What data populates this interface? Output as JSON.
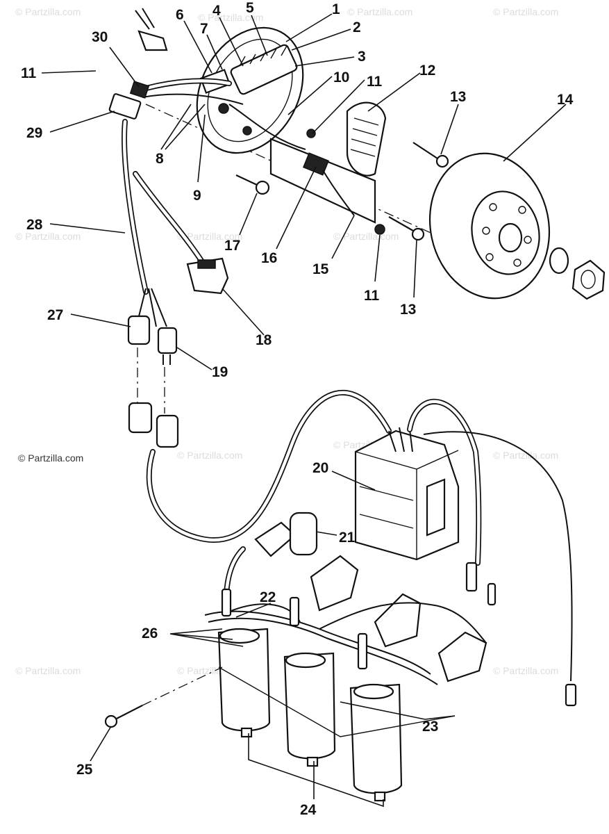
{
  "watermark": {
    "copyright": "© Partzilla.com",
    "repeat_text": "© Partzilla.com"
  },
  "callouts": [
    {
      "id": "c1",
      "label": "1"
    },
    {
      "id": "c2",
      "label": "2"
    },
    {
      "id": "c3",
      "label": "3"
    },
    {
      "id": "c4",
      "label": "4"
    },
    {
      "id": "c5",
      "label": "5"
    },
    {
      "id": "c6",
      "label": "6"
    },
    {
      "id": "c7",
      "label": "7"
    },
    {
      "id": "c8",
      "label": "8"
    },
    {
      "id": "c9",
      "label": "9"
    },
    {
      "id": "c10",
      "label": "10"
    },
    {
      "id": "c11a",
      "label": "11"
    },
    {
      "id": "c11b",
      "label": "11"
    },
    {
      "id": "c11c",
      "label": "11"
    },
    {
      "id": "c12",
      "label": "12"
    },
    {
      "id": "c13a",
      "label": "13"
    },
    {
      "id": "c13b",
      "label": "13"
    },
    {
      "id": "c14",
      "label": "14"
    },
    {
      "id": "c15",
      "label": "15"
    },
    {
      "id": "c16",
      "label": "16"
    },
    {
      "id": "c17",
      "label": "17"
    },
    {
      "id": "c18",
      "label": "18"
    },
    {
      "id": "c19",
      "label": "19"
    },
    {
      "id": "c20",
      "label": "20"
    },
    {
      "id": "c21",
      "label": "21"
    },
    {
      "id": "c22",
      "label": "22"
    },
    {
      "id": "c23",
      "label": "23"
    },
    {
      "id": "c24",
      "label": "24"
    },
    {
      "id": "c25",
      "label": "25"
    },
    {
      "id": "c26",
      "label": "26"
    },
    {
      "id": "c27",
      "label": "27"
    },
    {
      "id": "c28",
      "label": "28"
    },
    {
      "id": "c29",
      "label": "29"
    },
    {
      "id": "c30",
      "label": "30"
    }
  ]
}
